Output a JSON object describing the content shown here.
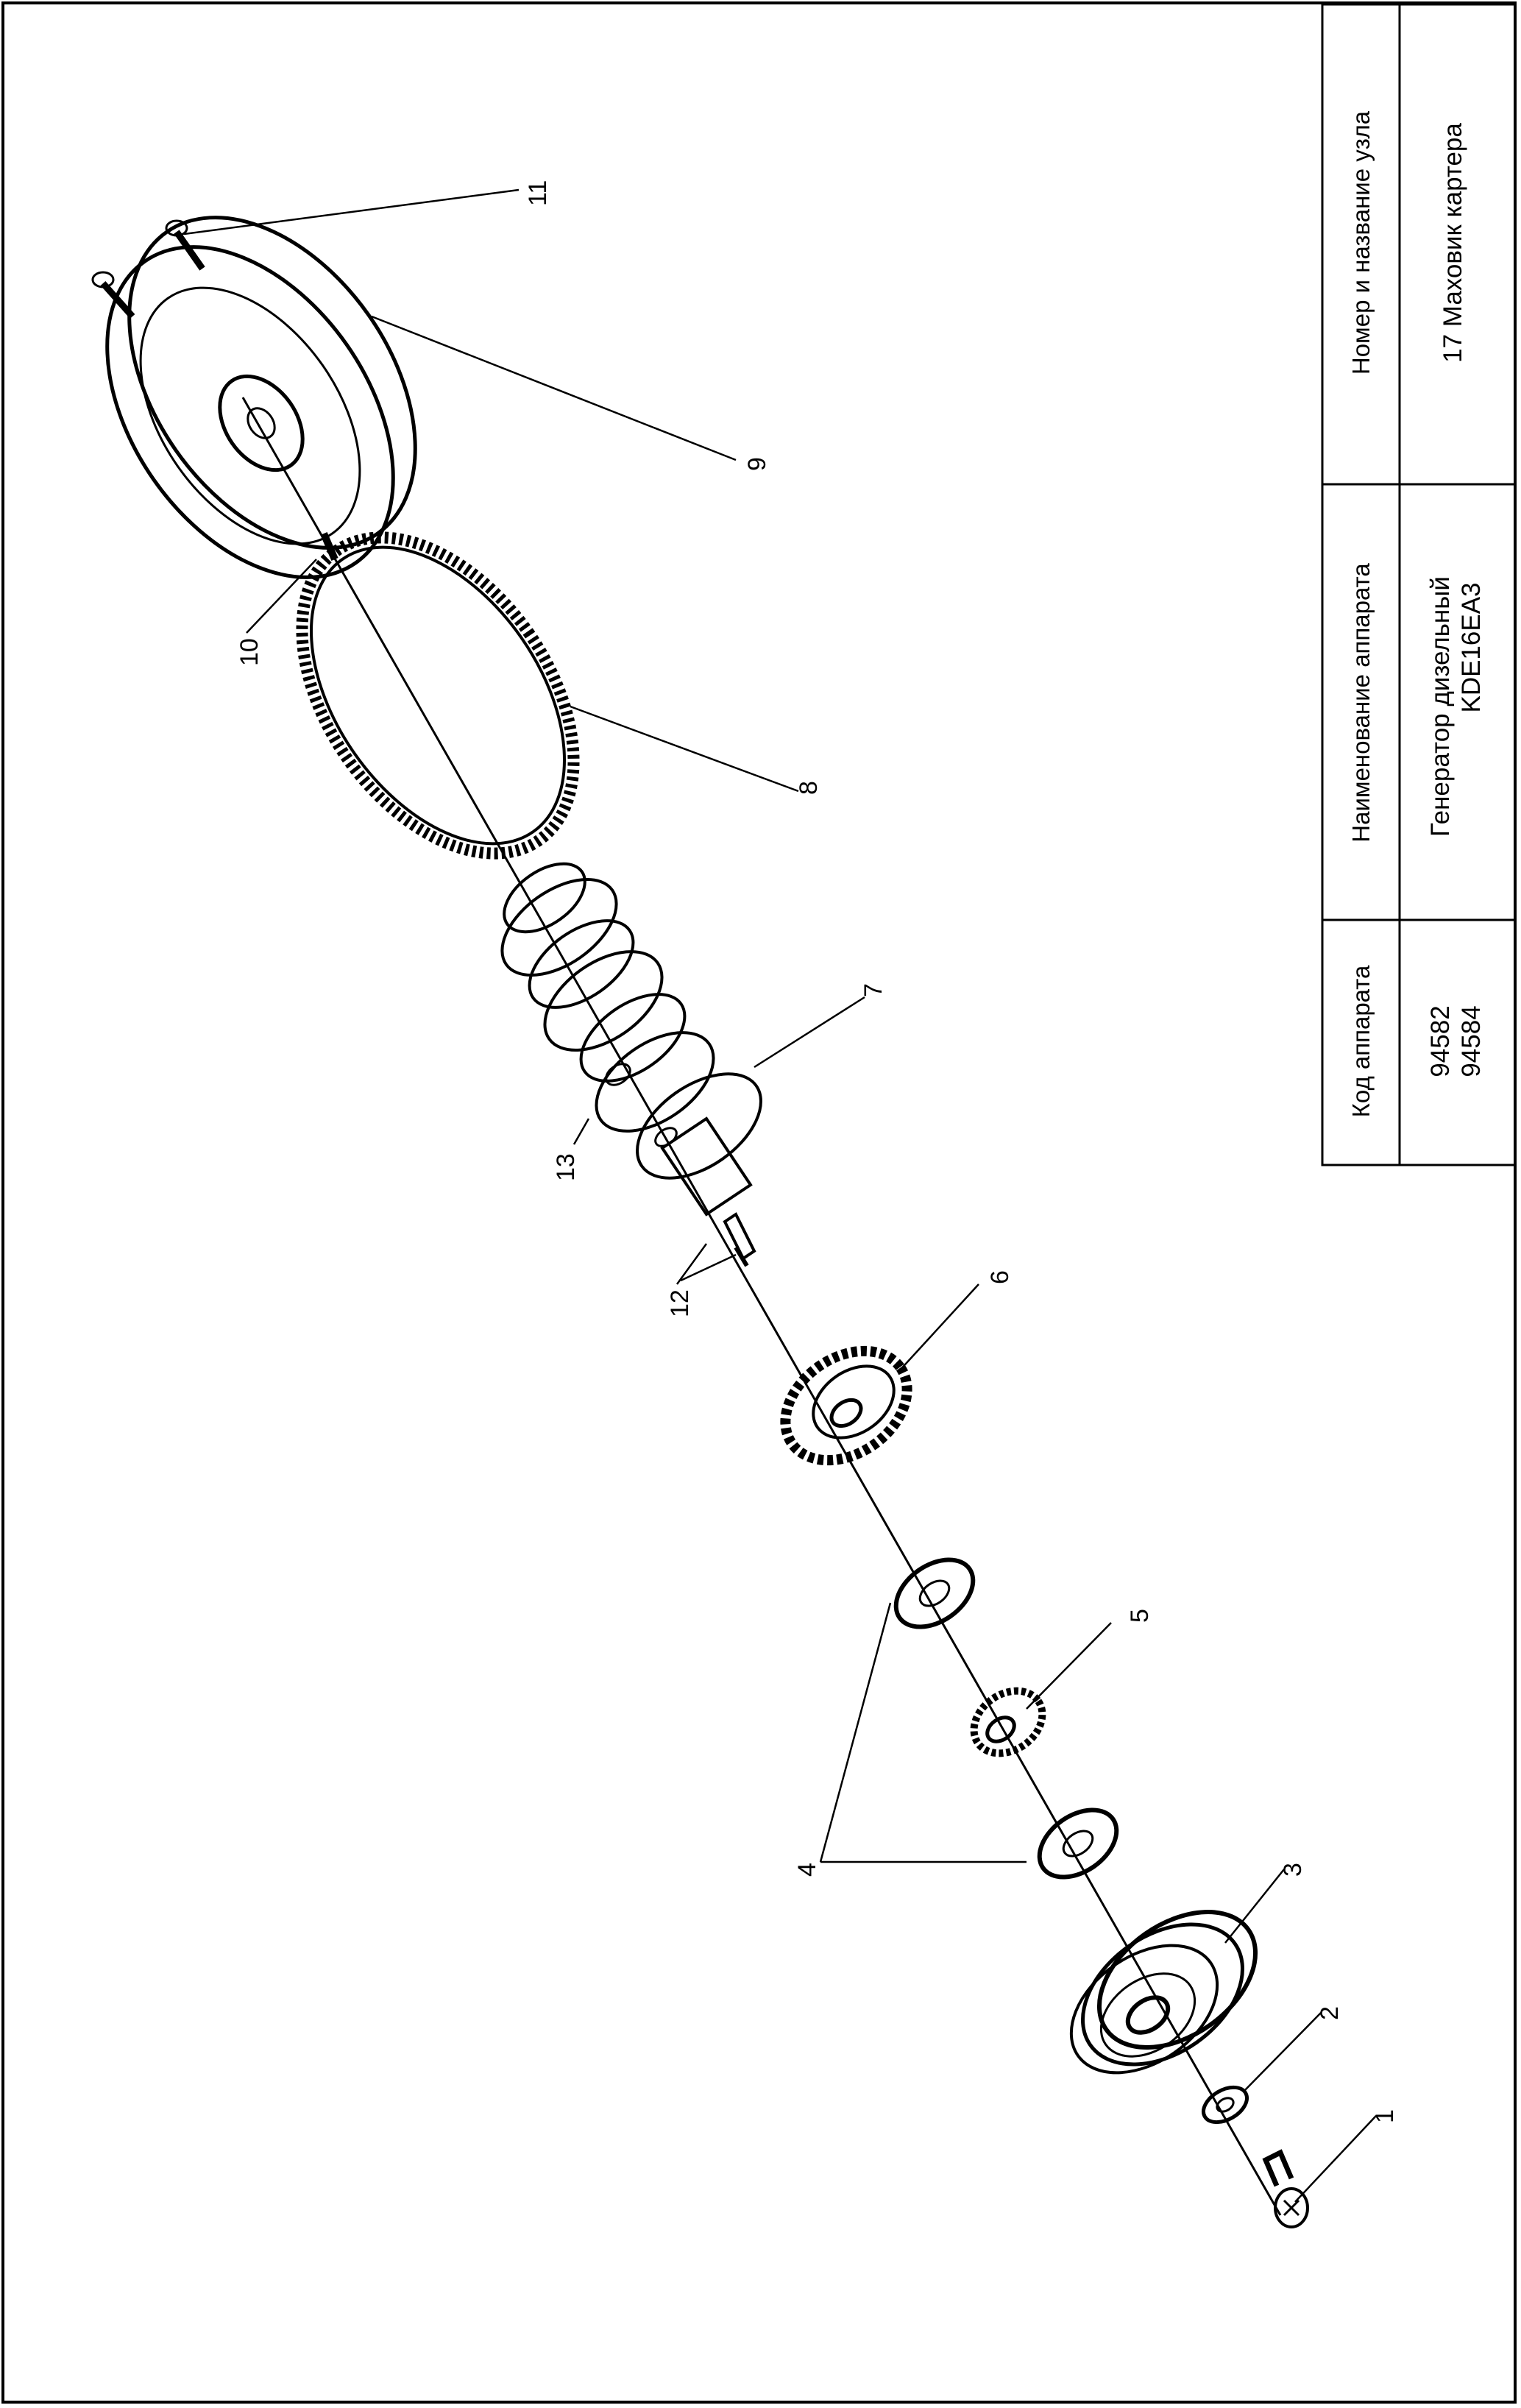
{
  "title_block": {
    "headers": {
      "code": "Код аппарата",
      "name": "Наименование аппарата",
      "unit": "Номер и название узла"
    },
    "values": {
      "code_1": "94582",
      "code_2": "94584",
      "name_1": "Генератор дизельный",
      "name_2": "KDE16EA3",
      "unit": "17  Маховик картера"
    }
  },
  "callouts": [
    "1",
    "2",
    "3",
    "4",
    "5",
    "6",
    "7",
    "8",
    "9",
    "10",
    "11",
    "12",
    "13"
  ]
}
